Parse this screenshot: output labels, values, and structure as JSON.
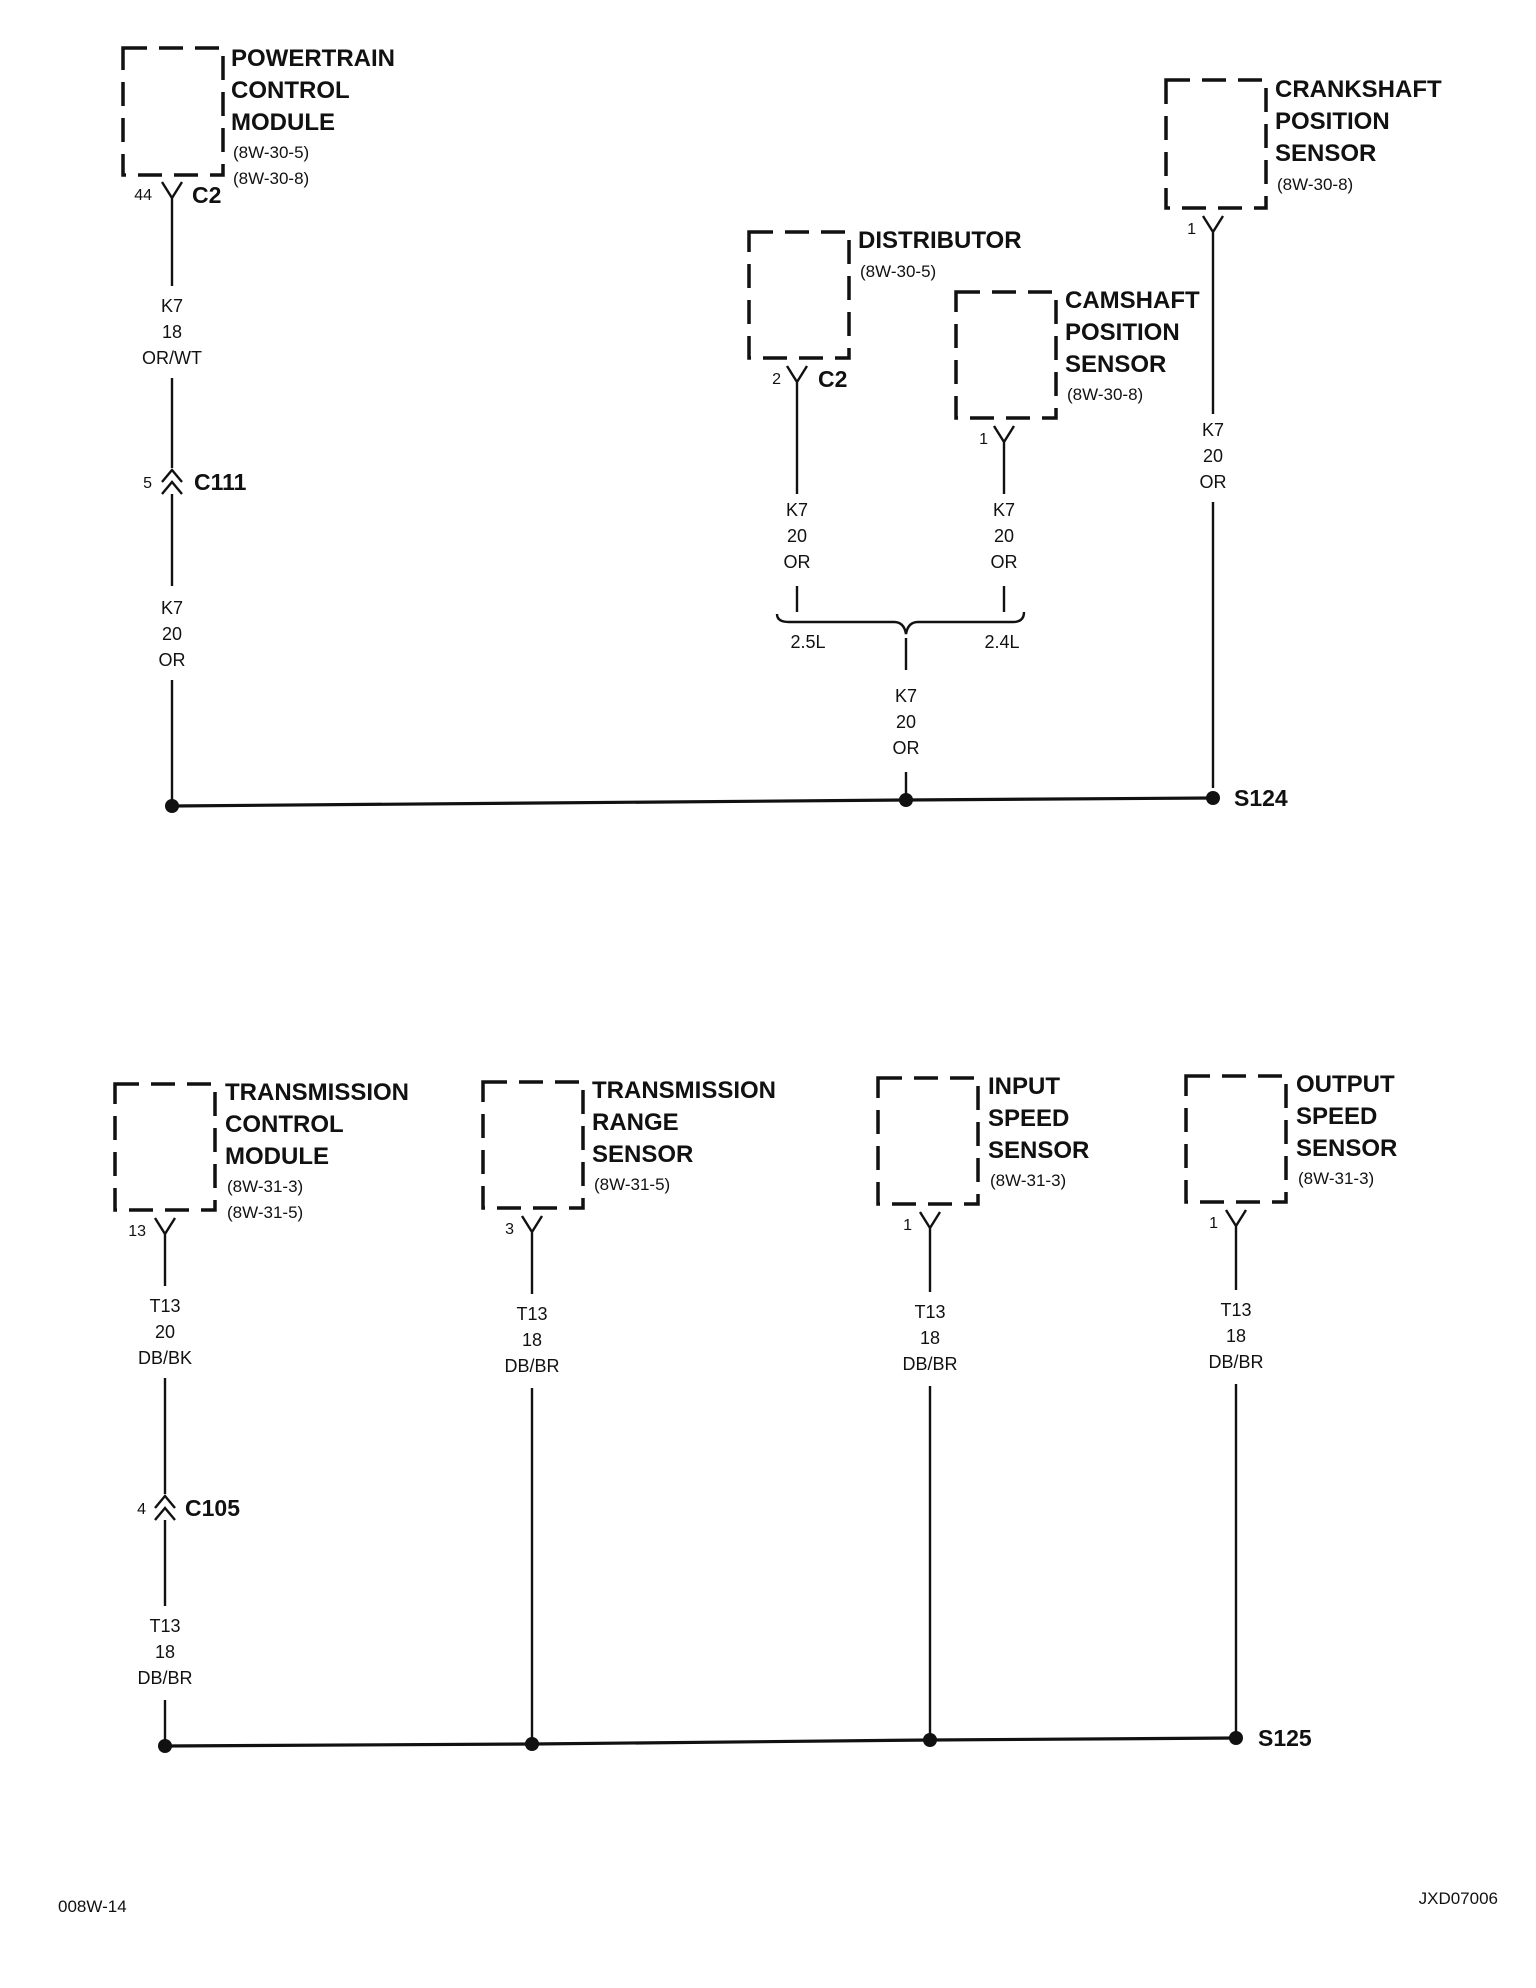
{
  "components": {
    "pcm": {
      "name": [
        "POWERTRAIN",
        "CONTROL",
        "MODULE"
      ],
      "refs": [
        "(8W-30-5)",
        "(8W-30-8)"
      ],
      "pin": "44",
      "connector": "C2"
    },
    "crankshaft": {
      "name": [
        "CRANKSHAFT",
        "POSITION",
        "SENSOR"
      ],
      "refs": [
        "(8W-30-8)"
      ],
      "pin": "1"
    },
    "distributor": {
      "name": [
        "DISTRIBUTOR"
      ],
      "refs": [
        "(8W-30-5)"
      ],
      "pin": "2",
      "connector": "C2"
    },
    "camshaft": {
      "name": [
        "CAMSHAFT",
        "POSITION",
        "SENSOR"
      ],
      "refs": [
        "(8W-30-8)"
      ],
      "pin": "1"
    },
    "tcm": {
      "name": [
        "TRANSMISSION",
        "CONTROL",
        "MODULE"
      ],
      "refs": [
        "(8W-31-3)",
        "(8W-31-5)"
      ],
      "pin": "13"
    },
    "trs": {
      "name": [
        "TRANSMISSION",
        "RANGE",
        "SENSOR"
      ],
      "refs": [
        "(8W-31-5)"
      ],
      "pin": "3"
    },
    "iss": {
      "name": [
        "INPUT",
        "SPEED",
        "SENSOR"
      ],
      "refs": [
        "(8W-31-3)"
      ],
      "pin": "1"
    },
    "oss": {
      "name": [
        "OUTPUT",
        "SPEED",
        "SENSOR"
      ],
      "refs": [
        "(8W-31-3)"
      ],
      "pin": "1"
    }
  },
  "wires": {
    "pcm_upper": [
      "K7",
      "18",
      "OR/WT"
    ],
    "pcm_lower": [
      "K7",
      "20",
      "OR"
    ],
    "crank": [
      "K7",
      "20",
      "OR"
    ],
    "dist": [
      "K7",
      "20",
      "OR"
    ],
    "cam": [
      "K7",
      "20",
      "OR"
    ],
    "merged": [
      "K7",
      "20",
      "OR"
    ],
    "tcm_upper": [
      "T13",
      "20",
      "DB/BK"
    ],
    "tcm_lower": [
      "T13",
      "18",
      "DB/BR"
    ],
    "trs": [
      "T13",
      "18",
      "DB/BR"
    ],
    "iss": [
      "T13",
      "18",
      "DB/BR"
    ],
    "oss": [
      "T13",
      "18",
      "DB/BR"
    ]
  },
  "inline_connectors": {
    "c111": {
      "pin": "5",
      "name": "C111"
    },
    "c105": {
      "pin": "4",
      "name": "C105"
    }
  },
  "engine_options": {
    "left": "2.5L",
    "right": "2.4L"
  },
  "splices": {
    "top": "S124",
    "bottom": "S125"
  },
  "footer": {
    "left": "008W-14",
    "right": "JXD07006"
  }
}
